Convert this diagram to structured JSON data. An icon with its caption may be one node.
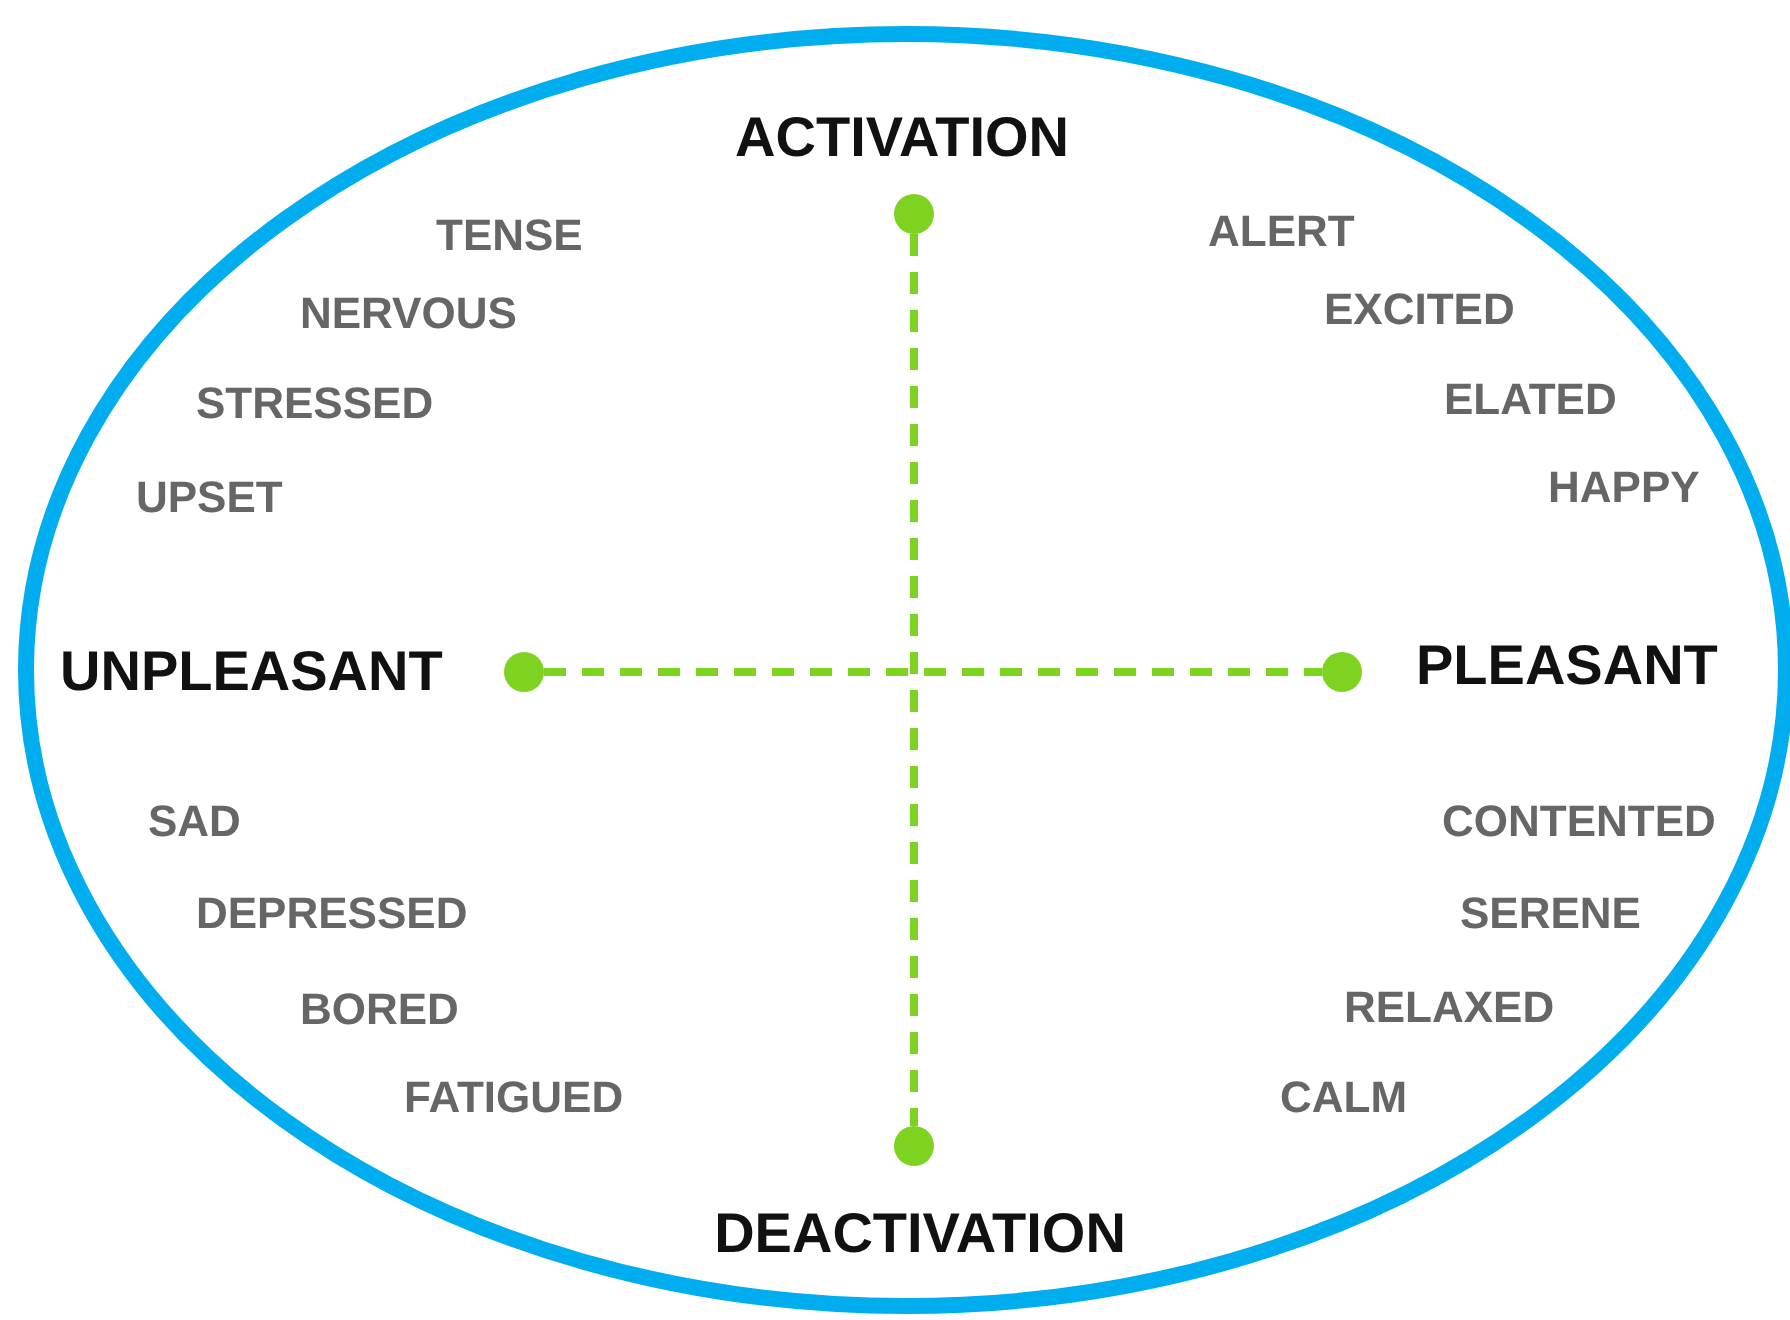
{
  "diagram": {
    "nodes": [
      {
        "text": [],
        "shape": "circle",
        "beside": [
          "ACTIVATION"
        ]
      },
      {
        "text": [],
        "shape": "circle",
        "beside": [
          "UNPLEASANT"
        ]
      },
      {
        "text": [],
        "shape": "circle",
        "beside": [
          "PLEASANT"
        ]
      },
      {
        "text": [],
        "shape": "circle",
        "beside": [
          "DEACTIVATION"
        ]
      }
    ],
    "edges": [
      {
        "from": 0,
        "to": 3,
        "arrow": "none",
        "style": "dashed"
      },
      {
        "from": 1,
        "to": 2,
        "arrow": "none",
        "style": "dashed"
      }
    ],
    "labels": [
      "TENSE",
      "ALERT",
      "NERVOUS",
      "EXCITED",
      "STRESSED",
      "ELATED",
      "UPSET",
      "HAPPY",
      "SAD",
      "CONTENTED",
      "DEPRESSED",
      "SERENE",
      "BORED",
      "RELAXED",
      "FATIGUED",
      "CALM"
    ]
  }
}
